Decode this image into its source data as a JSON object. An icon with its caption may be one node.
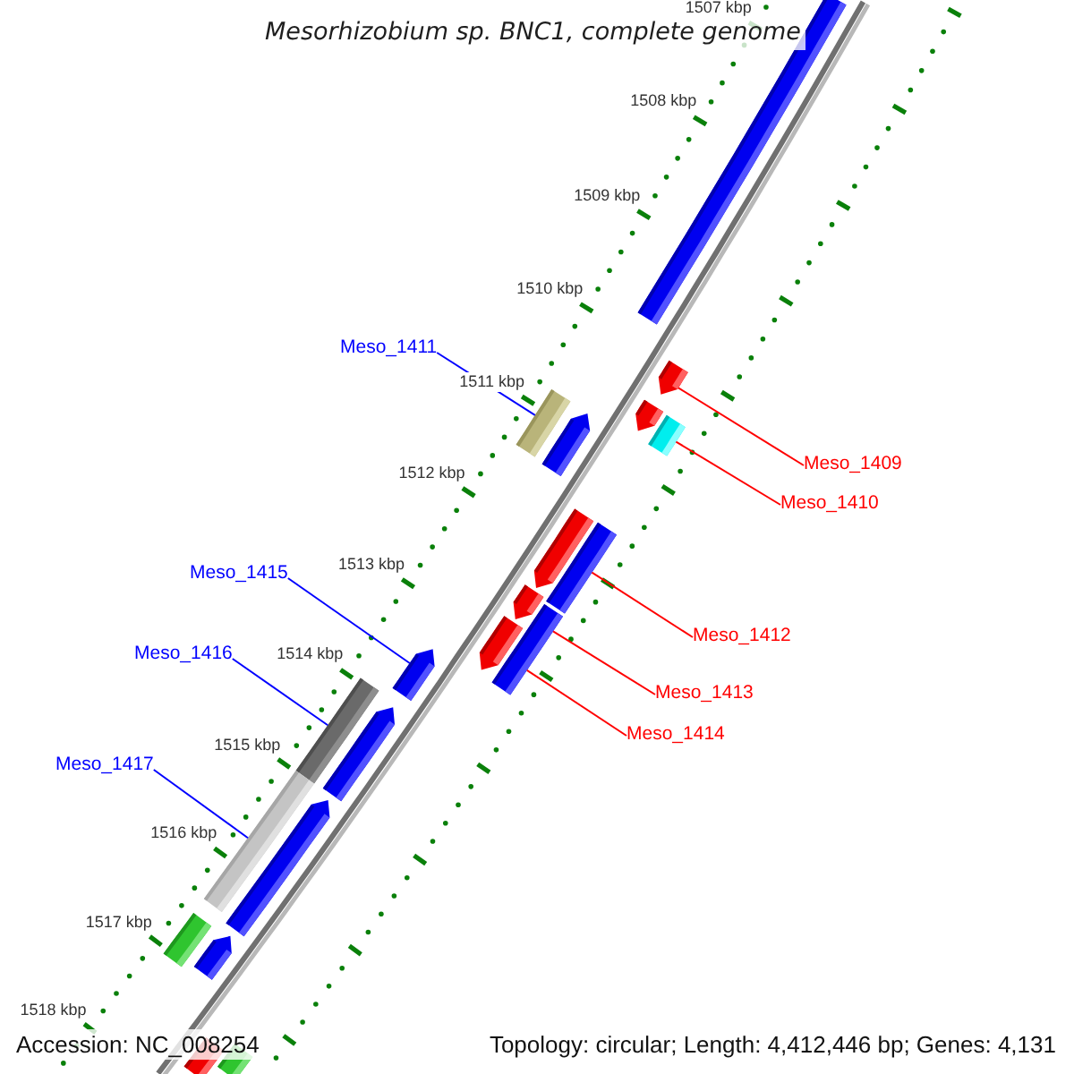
{
  "diagram": {
    "title": "Mesorhizobium sp. BNC1, complete genome",
    "nodes": [
      {
        "text": [
          "Meso_1411"
        ]
      },
      {
        "text": [
          "Meso_1409"
        ]
      },
      {
        "text": [
          "Meso_1410"
        ]
      },
      {
        "text": [
          "Meso_1415"
        ]
      },
      {
        "text": [
          "Meso_1412"
        ]
      },
      {
        "text": [
          "Meso_1416"
        ]
      },
      {
        "text": [
          "Meso_1413"
        ]
      },
      {
        "text": [
          "Meso_1414"
        ]
      },
      {
        "text": [
          "Meso_1417"
        ]
      },
      {
        "text": [],
        "shape": "bar"
      },
      {
        "text": [],
        "shape": "pentagon"
      },
      {
        "text": [],
        "shape": "bar"
      },
      {
        "text": [],
        "shape": "pentagon"
      },
      {
        "text": [],
        "shape": "pentagon"
      },
      {
        "text": [],
        "shape": "bar"
      },
      {
        "text": [],
        "shape": "pentagon"
      },
      {
        "text": [],
        "shape": "bar"
      },
      {
        "text": [],
        "shape": "pentagon"
      },
      {
        "text": [],
        "shape": "bar"
      },
      {
        "text": [],
        "shape": "pentagon"
      },
      {
        "text": [],
        "shape": "pentagon"
      },
      {
        "text": [],
        "shape": "bar"
      },
      {
        "text": [],
        "shape": "pentagon"
      },
      {
        "text": [],
        "shape": "bar"
      },
      {
        "text": [],
        "shape": "pentagon"
      },
      {
        "text": [],
        "shape": "bar"
      },
      {
        "text": [],
        "shape": "pentagon"
      },
      {
        "text": [],
        "shape": "bar"
      },
      {
        "text": [],
        "shape": "bar"
      }
    ],
    "edges": [
      {
        "from": 0,
        "to": 11,
        "arrow": "none",
        "color": "#0000ff"
      },
      {
        "from": 1,
        "to": 10,
        "arrow": "none"
      },
      {
        "from": 2,
        "to": 14,
        "arrow": "none"
      },
      {
        "from": 3,
        "to": 20,
        "arrow": "none",
        "color": "#0000ff"
      },
      {
        "from": 4,
        "to": 16,
        "arrow": "none"
      },
      {
        "from": 5,
        "to": 21,
        "arrow": "none",
        "color": "#0000ff"
      },
      {
        "from": 6,
        "to": 18,
        "arrow": "none"
      },
      {
        "from": 7,
        "to": 18,
        "arrow": "none"
      },
      {
        "from": 8,
        "to": 23,
        "arrow": "none",
        "color": "#0000ff"
      }
    ],
    "labels": [
      "1507 kbp",
      "1508 kbp",
      "1509 kbp",
      "1510 kbp",
      "1511 kbp",
      "1512 kbp",
      "1513 kbp",
      "1514 kbp",
      "1515 kbp",
      "1516 kbp",
      "1517 kbp",
      "1518 kbp",
      "Accession: NC_008254",
      "Topology: circular; Length: 4,412,446 bp; Genes: 4,131"
    ]
  }
}
